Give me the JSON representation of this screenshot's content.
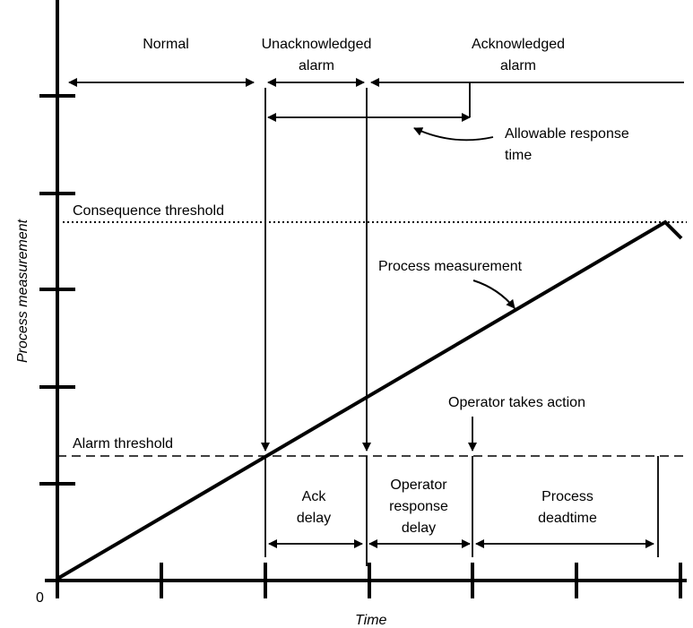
{
  "phases": {
    "normal": "Normal",
    "unack_line1": "Unacknowledged",
    "unack_line2": "alarm",
    "ack_line1": "Acknowledged",
    "ack_line2": "alarm"
  },
  "allowable_line1": "Allowable response",
  "allowable_line2": "time",
  "consequence_threshold": "Consequence threshold",
  "alarm_threshold": "Alarm threshold",
  "process_measurement": "Process measurement",
  "operator_action": "Operator takes action",
  "intervals": {
    "ack_line1": "Ack",
    "ack_line2": "delay",
    "resp_line1": "Operator",
    "resp_line2": "response",
    "resp_line3": "delay",
    "dead_line1": "Process",
    "dead_line2": "deadtime"
  },
  "axes": {
    "x_label": "Time",
    "y_label": "Process measurement",
    "origin": "0"
  }
}
